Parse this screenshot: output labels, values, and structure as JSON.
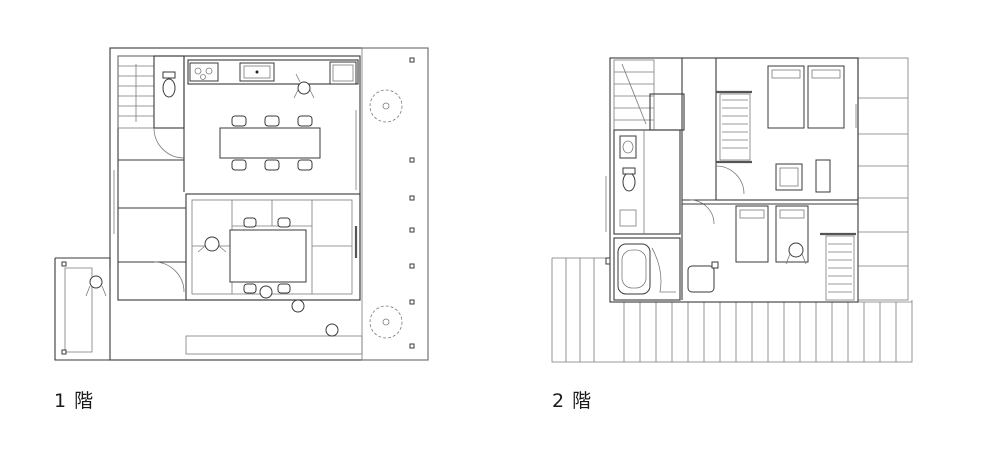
{
  "plans": [
    {
      "id": "floor-1",
      "label": "1 階"
    },
    {
      "id": "floor-2",
      "label": "2 階"
    }
  ],
  "colors": {
    "line": "#3a3a3a",
    "thin": "#7a7a7a",
    "background": "#ffffff"
  },
  "icons": [
    "stair-icon",
    "toilet-icon",
    "kitchen-stove-icon",
    "sink-icon",
    "fridge-icon",
    "tree-icon",
    "person-icon",
    "bed-icon",
    "bathtub-icon",
    "washbasin-icon",
    "chair-icon"
  ]
}
